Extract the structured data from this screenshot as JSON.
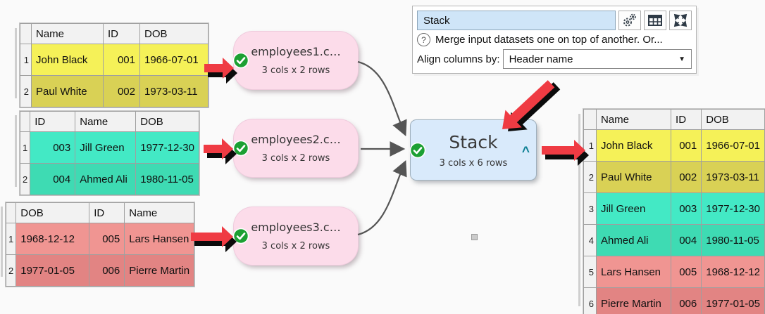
{
  "panel": {
    "name_value": "Stack",
    "description": "Merge input datasets one on top of another. Or...",
    "align_label": "Align columns by:",
    "align_value": "Header name",
    "glyphs": {
      "help": "?",
      "dropdown": "▼",
      "collapse": "^"
    },
    "icons": [
      "gears-icon",
      "table-view-icon",
      "expand-icon"
    ]
  },
  "nodes": [
    {
      "label": "employees1.c…",
      "sublabel": "3 cols x 2 rows"
    },
    {
      "label": "employees2.c…",
      "sublabel": "3 cols x 2 rows"
    },
    {
      "label": "employees3.c…",
      "sublabel": "3 cols x 2 rows"
    }
  ],
  "stack_node": {
    "label": "Stack",
    "sublabel": "3 cols x 6 rows"
  },
  "input_tables": [
    {
      "headers": [
        "Name",
        "ID",
        "DOB"
      ],
      "rows": [
        {
          "n": "1",
          "cells": [
            "John Black",
            "001",
            "1966-07-01"
          ]
        },
        {
          "n": "2",
          "cells": [
            "Paul White",
            "002",
            "1973-03-11"
          ]
        }
      ]
    },
    {
      "headers": [
        "ID",
        "Name",
        "DOB"
      ],
      "rows": [
        {
          "n": "1",
          "cells": [
            "003",
            "Jill Green",
            "1977-12-30"
          ]
        },
        {
          "n": "2",
          "cells": [
            "004",
            "Ahmed Ali",
            "1980-11-05"
          ]
        }
      ]
    },
    {
      "headers": [
        "DOB",
        "ID",
        "Name"
      ],
      "rows": [
        {
          "n": "1",
          "cells": [
            "1968-12-12",
            "005",
            "Lars Hansen"
          ]
        },
        {
          "n": "2",
          "cells": [
            "1977-01-05",
            "006",
            "Pierre Martin"
          ]
        }
      ]
    }
  ],
  "output_table": {
    "headers": [
      "Name",
      "ID",
      "DOB"
    ],
    "rows": [
      {
        "n": "1",
        "cells": [
          "John Black",
          "001",
          "1966-07-01"
        ]
      },
      {
        "n": "2",
        "cells": [
          "Paul White",
          "002",
          "1973-03-11"
        ]
      },
      {
        "n": "3",
        "cells": [
          "Jill Green",
          "003",
          "1977-12-30"
        ]
      },
      {
        "n": "4",
        "cells": [
          "Ahmed Ali",
          "004",
          "1980-11-05"
        ]
      },
      {
        "n": "5",
        "cells": [
          "Lars Hansen",
          "005",
          "1968-12-12"
        ]
      },
      {
        "n": "6",
        "cells": [
          "Pierre Martin",
          "006",
          "1977-01-05"
        ]
      }
    ]
  },
  "colors": {
    "yellow": "#f5f158",
    "yellow_alt": "#d9d155",
    "teal": "#43e9c5",
    "teal_alt": "#3edbb3",
    "red": "#f09592",
    "red_alt": "#e28483",
    "node_pink": "#fcdcea",
    "node_blue": "#d9eafb",
    "check_green": "#1ca033",
    "arrow_red": "#ef3b43",
    "connector_gray": "#555555",
    "caret_teal": "#0c7f93",
    "input_blue": "#cfe5f8"
  }
}
